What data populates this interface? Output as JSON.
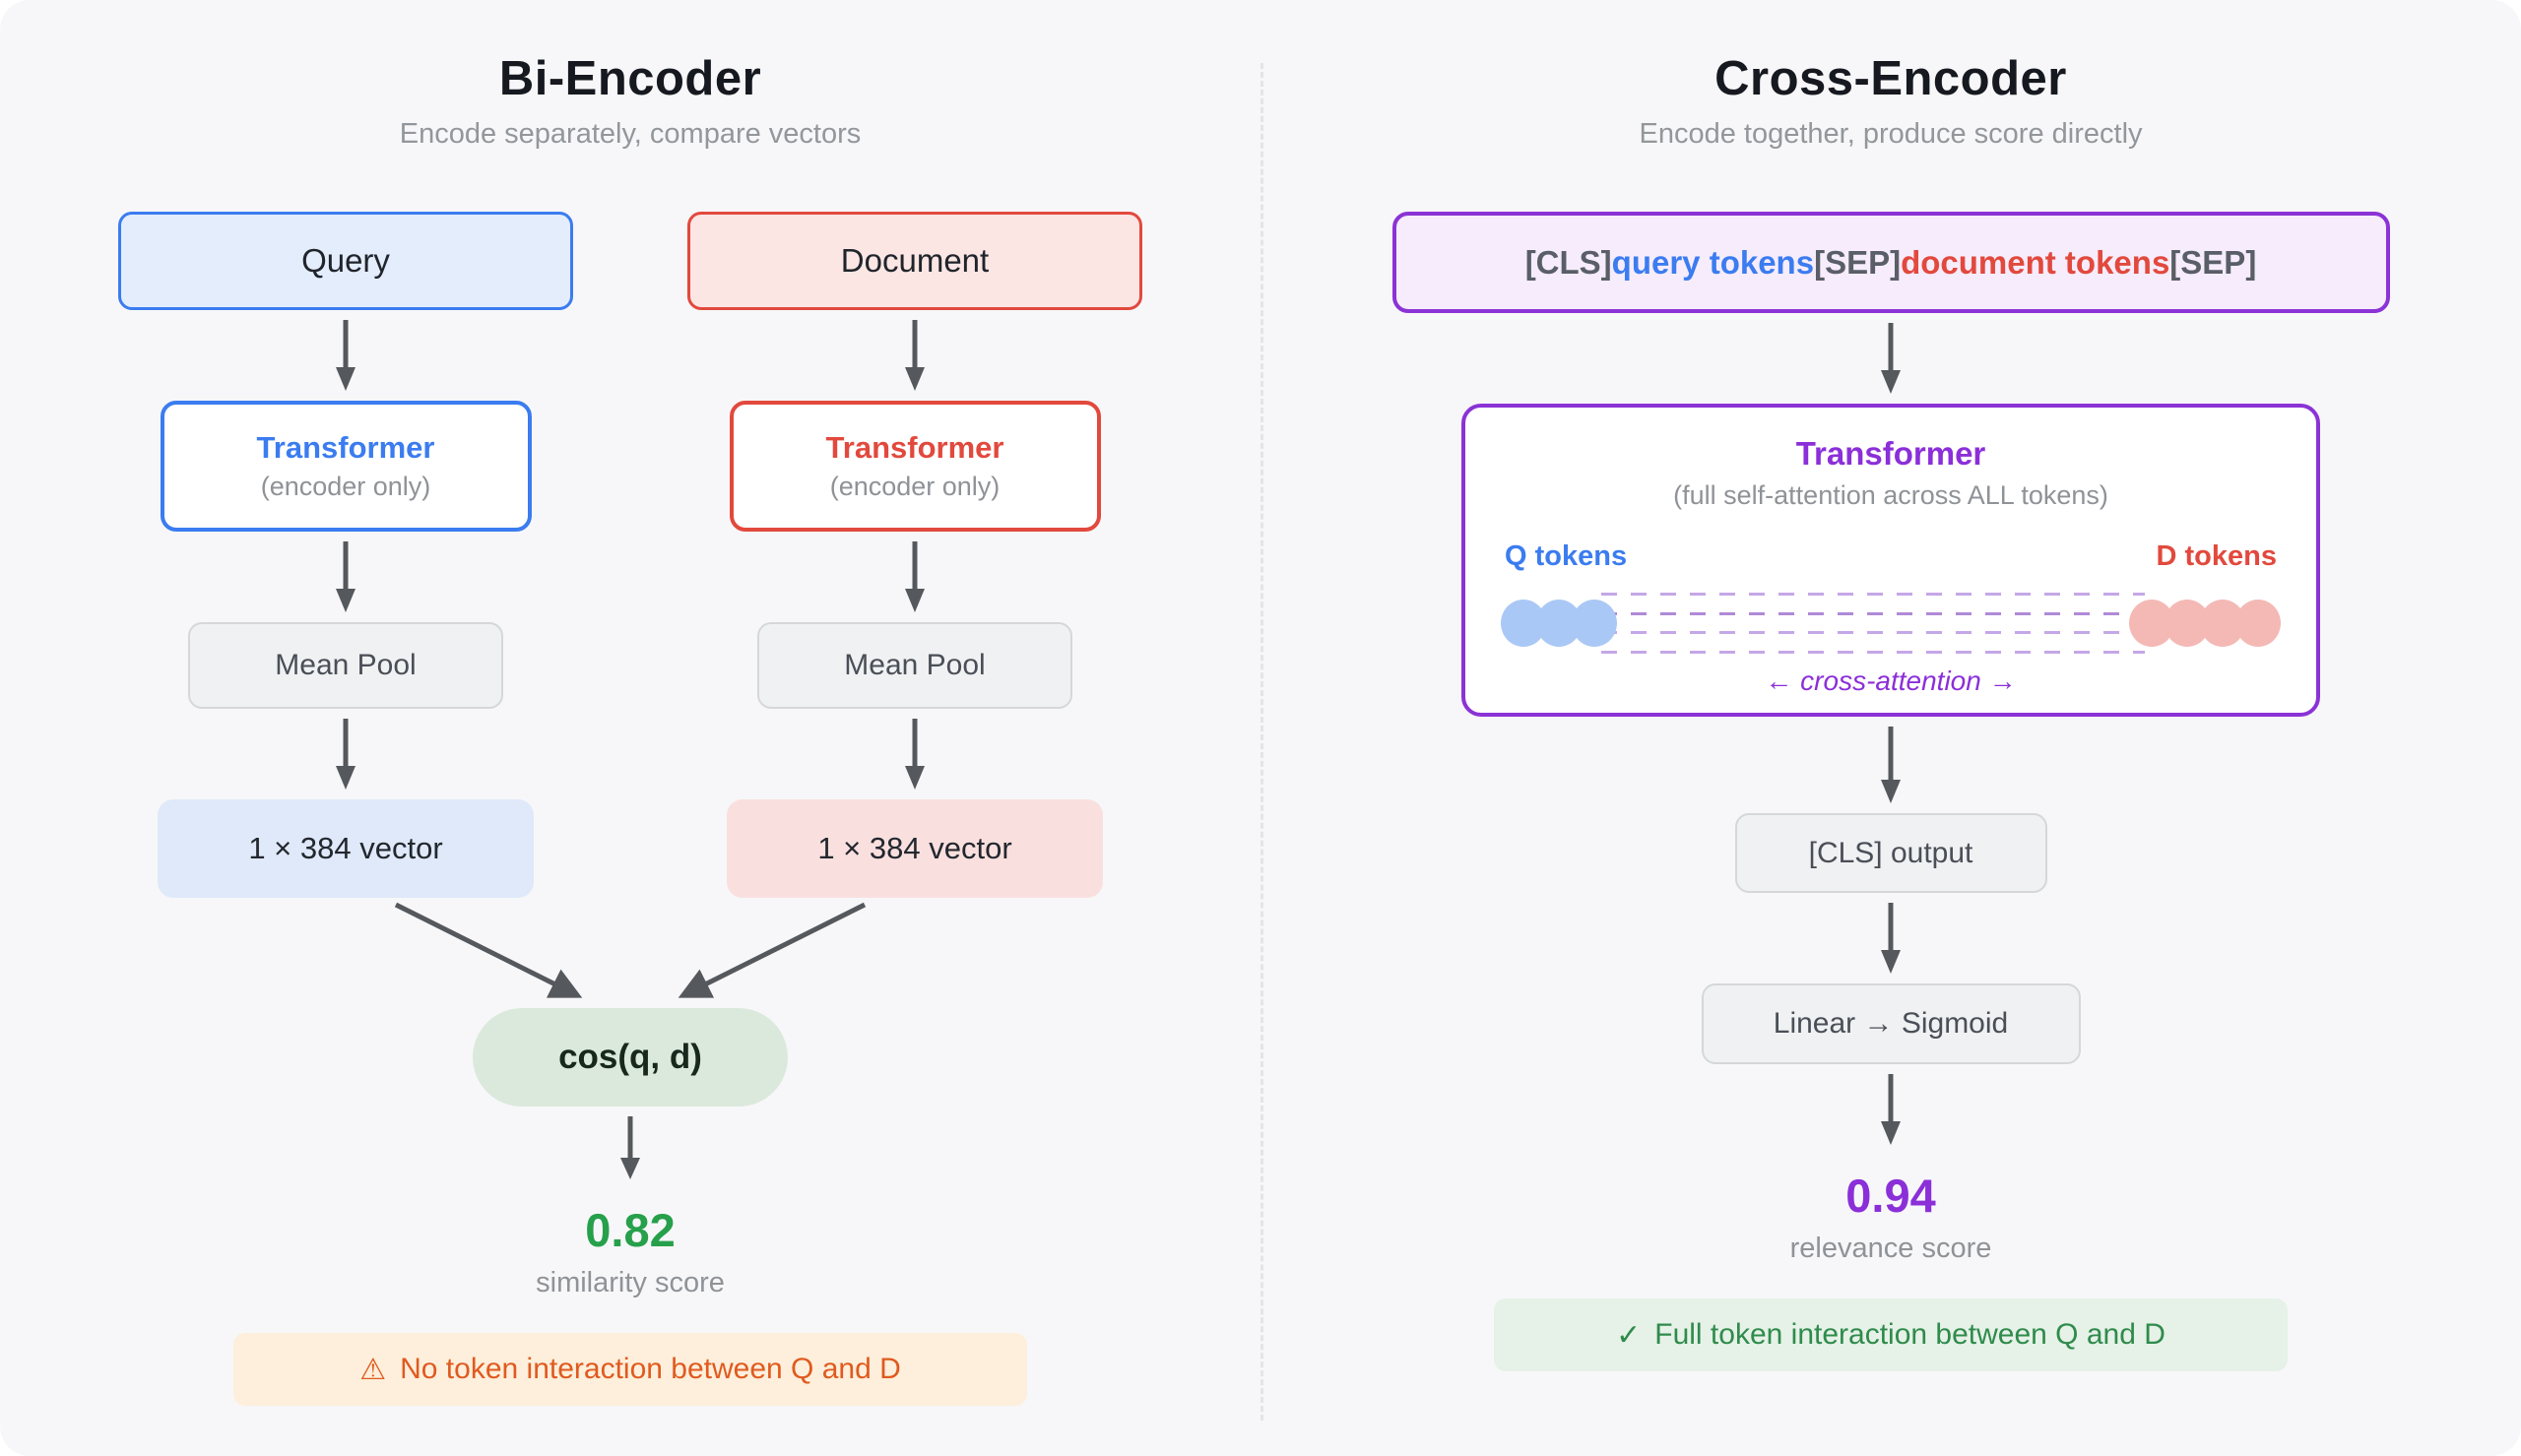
{
  "bi_encoder": {
    "title": "Bi-Encoder",
    "subtitle": "Encode separately, compare vectors",
    "query": {
      "input": "Query",
      "transformer": "Transformer",
      "transformer_note": "(encoder only)",
      "pool": "Mean Pool",
      "vector": "1 × 384 vector"
    },
    "document": {
      "input": "Document",
      "transformer": "Transformer",
      "transformer_note": "(encoder only)",
      "pool": "Mean Pool",
      "vector": "1 × 384 vector"
    },
    "similarity_fn": "cos(q, d)",
    "score": "0.82",
    "score_label": "similarity score",
    "note_icon": "⚠",
    "note_text": "No token interaction between Q and D"
  },
  "cross_encoder": {
    "title": "Cross-Encoder",
    "subtitle": "Encode together, produce score directly",
    "sequence": {
      "cls": "[CLS]",
      "query": "query tokens",
      "sep1": "[SEP]",
      "doc": "document tokens",
      "sep2": "[SEP]"
    },
    "transformer": "Transformer",
    "transformer_note": "(full self-attention across ALL tokens)",
    "q_tokens_label": "Q tokens",
    "d_tokens_label": "D tokens",
    "cross_attention_label": "← cross-attention →",
    "cls_output": "[CLS] output",
    "linear_sigmoid": "Linear → Sigmoid",
    "score": "0.94",
    "score_label": "relevance score",
    "note_icon": "✓",
    "note_text": "Full token interaction between Q and D"
  },
  "colors": {
    "query_accent": "#3b7cf0",
    "document_accent": "#e2493d",
    "cross_accent": "#8b33d6",
    "similarity_score": "#27a04b",
    "relevance_score": "#8b2fd9",
    "warning_text": "#e05a1f",
    "success_text": "#2f8b4c",
    "panel_background": "#f7f7f9"
  }
}
